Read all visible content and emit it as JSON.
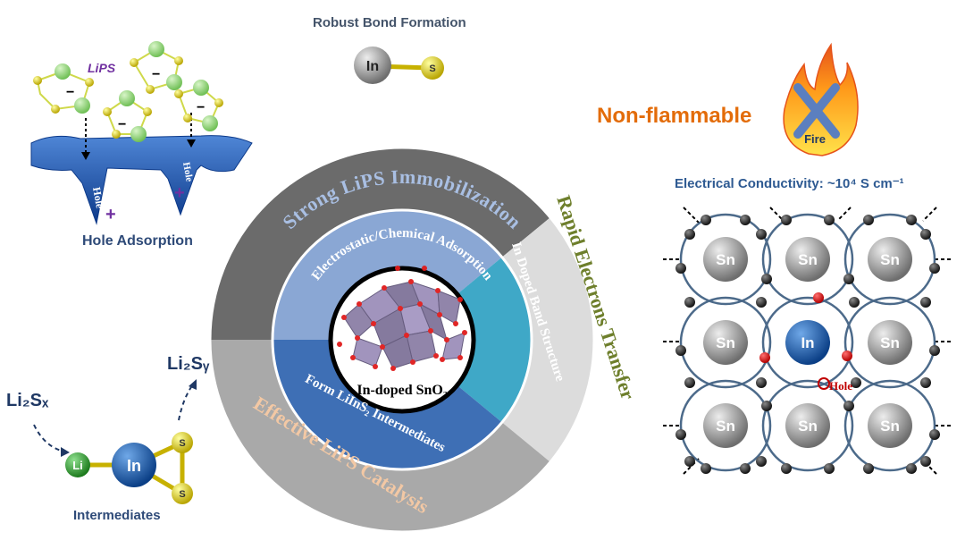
{
  "labels": {
    "robust_bond": "Robust Bond Formation",
    "hole_adsorption": "Hole Adsorption",
    "intermediates": "Intermediates",
    "non_flammable": "Non-flammable",
    "fire": "Fire",
    "conductivity": "Electrical Conductivity: ~10⁴ S cm⁻¹",
    "lips": "LiPS",
    "hole": "Hole",
    "hole_marker": "Hole",
    "li2sx": "Li₂Sₓ",
    "li2sy": "Li₂Sᵧ",
    "center": "In-doped SnO₂"
  },
  "atoms": {
    "in": "In",
    "s": "S",
    "li": "Li",
    "sn": "Sn",
    "minus": "−",
    "plus": "+"
  },
  "rings": {
    "outer_top": "Strong LiPS Immobilization",
    "outer_right": "Rapid Electrons Transfer",
    "outer_bottom": "Effective LiPS Catalysis",
    "inner_top": "Electrostatic/Chemical Adsorption",
    "inner_right": "In Doped Band Structure",
    "inner_bottom": "Form LiInS₂ Intermediates"
  },
  "colors": {
    "outer_dark": "#6b6b6b",
    "outer_light": "#dcdcdc",
    "outer_mid": "#a9a9a9",
    "inner_top": "#8aa7d4",
    "inner_right": "#3fa8c7",
    "inner_bottom": "#3e6fb5",
    "text_top": "#a9bfe3",
    "text_right": "#6e7f2c",
    "text_bottom": "#f3c8a4"
  }
}
